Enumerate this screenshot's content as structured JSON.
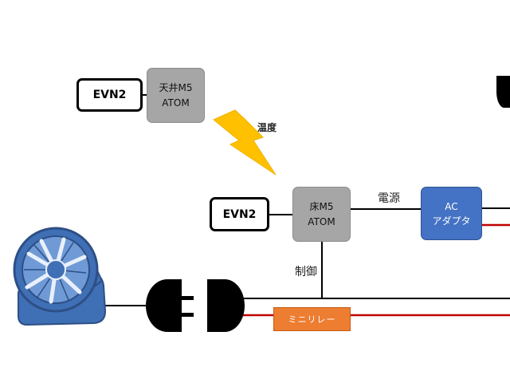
{
  "diagram": {
    "evn2_top": "EVN2",
    "ceiling_atom": {
      "line1": "天井M5",
      "line2": "ATOM"
    },
    "temperature_label": "温度",
    "evn2_mid": "EVN2",
    "floor_atom": {
      "line1": "床M5",
      "line2": "ATOM"
    },
    "power_label": "電源",
    "ac_adapter": {
      "line1": "AC",
      "line2": "アダプタ"
    },
    "control_label": "制御",
    "relay_label": "ミニリレー"
  },
  "colors": {
    "atom_fill": "#a6a6a6",
    "adapter_fill": "#4472c4",
    "relay_fill": "#ed7d31",
    "lightning_fill": "#ffc000",
    "fan_blue": "#3f6fb5",
    "wire_black": "#000000",
    "wire_red": "#c00000"
  },
  "icons": [
    "desk-fan-icon",
    "lightning-bolt-icon",
    "power-plug-icon",
    "power-socket-icon"
  ]
}
